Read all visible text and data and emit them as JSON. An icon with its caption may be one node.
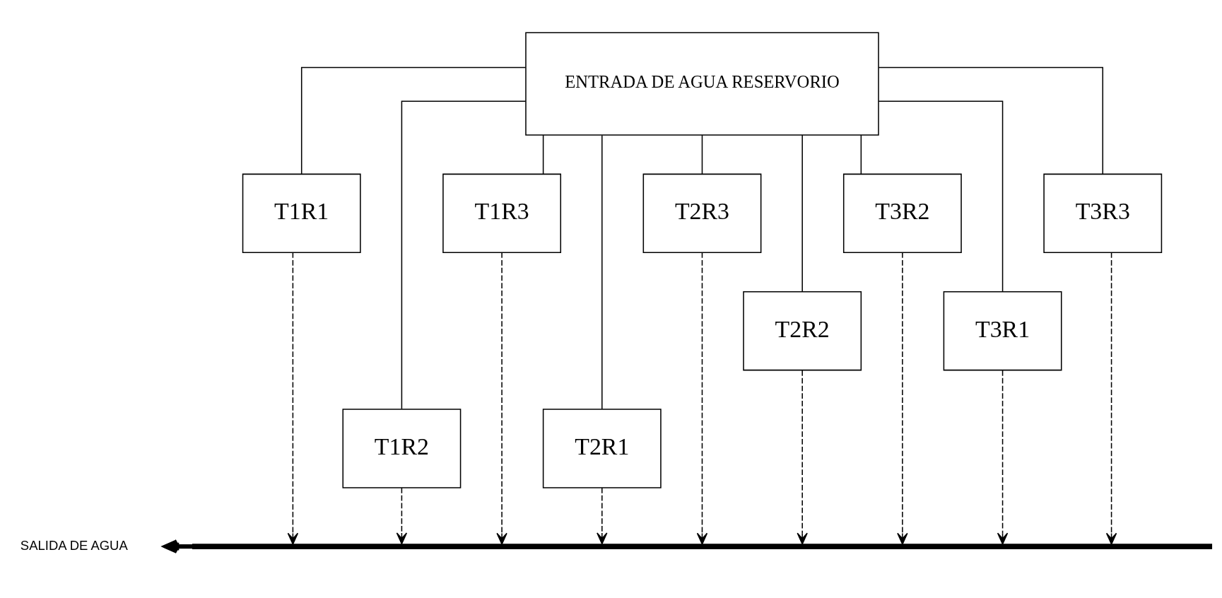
{
  "diagram": {
    "nodes": [
      {
        "text": [
          "ENTRADA DE AGUA RESERVORIO"
        ]
      },
      {
        "text": [
          "T1R1"
        ]
      },
      {
        "text": [
          "T1R2"
        ]
      },
      {
        "text": [
          "T1R3"
        ]
      },
      {
        "text": [
          "T2R1"
        ]
      },
      {
        "text": [
          "T2R3"
        ]
      },
      {
        "text": [
          "T2R2"
        ]
      },
      {
        "text": [
          "T3R2"
        ]
      },
      {
        "text": [
          "T3R1"
        ]
      },
      {
        "text": [
          "T3R3"
        ]
      },
      {
        "text": [],
        "shape": "bar"
      }
    ],
    "edges": [
      {
        "from": 0,
        "to": 1,
        "arrow": "none"
      },
      {
        "from": 0,
        "to": 2,
        "arrow": "none"
      },
      {
        "from": 0,
        "to": 3,
        "arrow": "none"
      },
      {
        "from": 0,
        "to": 4,
        "arrow": "none"
      },
      {
        "from": 0,
        "to": 5,
        "arrow": "none"
      },
      {
        "from": 0,
        "to": 6,
        "arrow": "none"
      },
      {
        "from": 0,
        "to": 7,
        "arrow": "none"
      },
      {
        "from": 0,
        "to": 8,
        "arrow": "none"
      },
      {
        "from": 0,
        "to": 9,
        "arrow": "none"
      },
      {
        "from": 1,
        "to": 10,
        "arrow": "to",
        "style": "dashed"
      },
      {
        "from": 2,
        "to": 10,
        "arrow": "to",
        "style": "dashed"
      },
      {
        "from": 3,
        "to": 10,
        "arrow": "to",
        "style": "dashed"
      },
      {
        "from": 4,
        "to": 10,
        "arrow": "to",
        "style": "dashed"
      },
      {
        "from": 5,
        "to": 10,
        "arrow": "to",
        "style": "dashed"
      },
      {
        "from": 6,
        "to": 10,
        "arrow": "to",
        "style": "dashed"
      },
      {
        "from": 7,
        "to": 10,
        "arrow": "to",
        "style": "dashed"
      },
      {
        "from": 8,
        "to": 10,
        "arrow": "to",
        "style": "dashed"
      },
      {
        "from": 9,
        "to": 10,
        "arrow": "to",
        "style": "dashed"
      },
      {
        "from": 10,
        "to": null,
        "arrow": "to",
        "style": "thick"
      }
    ],
    "labels": [
      "SALIDA DE AGUA"
    ]
  }
}
